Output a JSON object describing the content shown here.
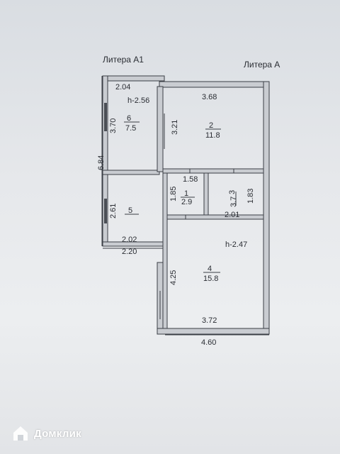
{
  "titles": {
    "left": "Литера А1",
    "right": "Литера А"
  },
  "dimensions": {
    "d_204": "2.04",
    "h_256": "h-2.56",
    "d_368": "3.68",
    "d_370": "3.70",
    "d_321": "3.21",
    "d_684": "6.84",
    "d_158": "1.58",
    "d_185": "1.85",
    "d_183": "1.83",
    "d_261": "2.61",
    "d_201": "2.01",
    "d_202": "2.02",
    "d_220": "2.20",
    "h_247": "h-2.47",
    "d_425": "4.25",
    "d_372": "3.72",
    "d_460": "4.60"
  },
  "rooms": [
    {
      "number": "6",
      "area": "7.5"
    },
    {
      "number": "2",
      "area": "11.8"
    },
    {
      "number": "1",
      "area": "2.9"
    },
    {
      "number": "3",
      "area": "3.7"
    },
    {
      "number": "5",
      "area": ""
    },
    {
      "number": "4",
      "area": "15.8"
    }
  ],
  "watermark": {
    "brand": "Домклик",
    "icon": "house-logo-icon"
  }
}
